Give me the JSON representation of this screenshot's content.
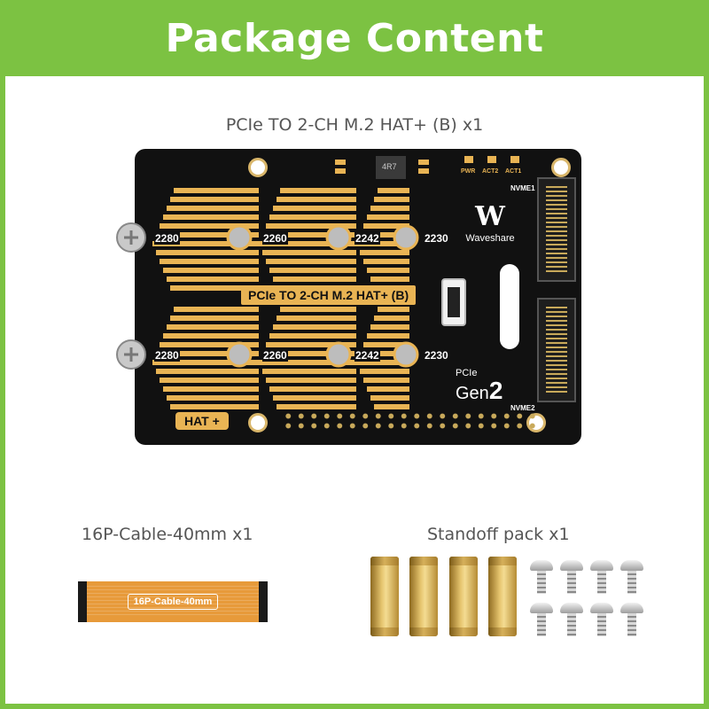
{
  "header": {
    "title": "Package Content"
  },
  "items": [
    {
      "caption": "PCIe TO 2-CH M.2 HAT+ (B) x1"
    },
    {
      "caption": "16P-Cable-40mm x1"
    },
    {
      "caption": "Standoff pack x1"
    }
  ],
  "board": {
    "title_label": "PCIe TO 2-CH M.2 HAT+ (B)",
    "sizes": [
      "2280",
      "2260",
      "2242",
      "2230"
    ],
    "brand_logo": "W",
    "brand_name": "Waveshare",
    "hat_label": "HAT +",
    "leds": [
      "PWR",
      "ACT2",
      "ACT1"
    ],
    "inductor_mark": "4R7",
    "slots": [
      "NVME1",
      "NVME2"
    ],
    "pcie_label": "PCIe",
    "gen_label": "Gen",
    "gen_number": "2"
  },
  "cable": {
    "label": "16P-Cable-40mm"
  },
  "standoff_pack": {
    "standoffs": 4,
    "screws": 8
  },
  "colors": {
    "brand_green": "#7cc242",
    "gold": "#e9b454",
    "board_black": "#111111"
  }
}
